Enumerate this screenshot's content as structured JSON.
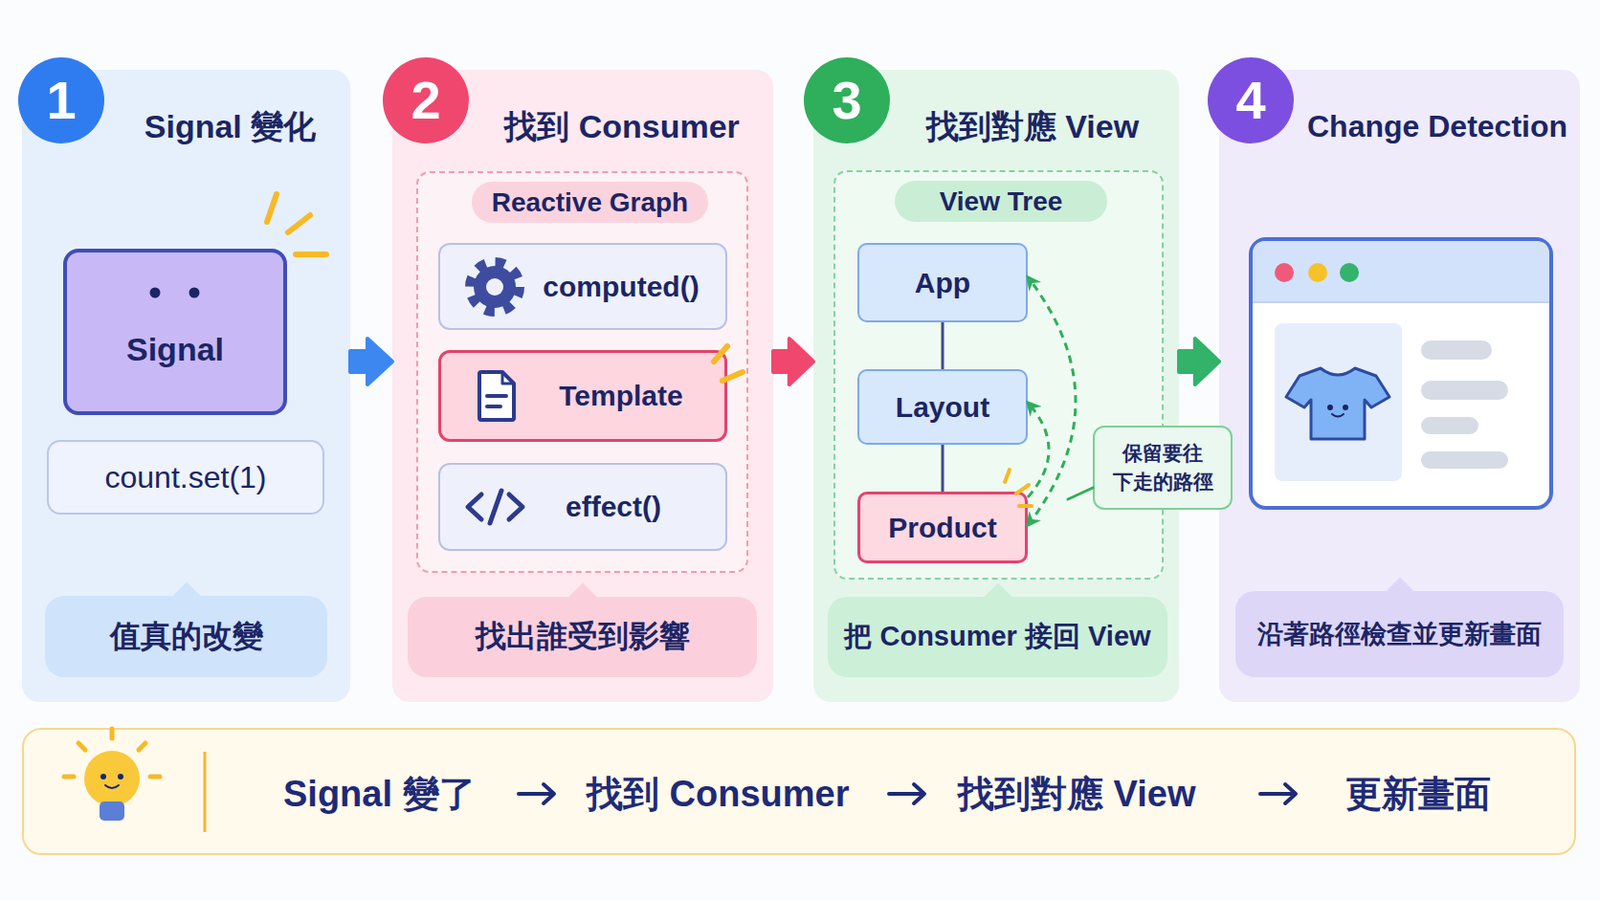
{
  "diagram": {
    "nodes": [
      {
        "text": [
          "Signal 變化"
        ]
      },
      {
        "text": [
          "1"
        ],
        "in": 0
      },
      {
        "text": [
          "Signal"
        ],
        "in": 0
      },
      {
        "text": [
          "count.set(1)"
        ],
        "in": 0
      },
      {
        "text": [
          "值真的改變"
        ],
        "in": 0
      },
      {
        "text": [
          "找到 Consumer"
        ]
      },
      {
        "text": [
          "2"
        ],
        "in": 5
      },
      {
        "text": [
          "Reactive Graph"
        ],
        "in": 5
      },
      {
        "text": [
          "computed()"
        ],
        "in": 7
      },
      {
        "text": [
          "Template"
        ],
        "in": 7
      },
      {
        "text": [
          "effect()"
        ],
        "in": 7
      },
      {
        "text": [
          "找出誰受到影響"
        ],
        "in": 5
      },
      {
        "text": [
          "找到對應 View"
        ]
      },
      {
        "text": [
          "3"
        ],
        "in": 12
      },
      {
        "text": [
          "View Tree"
        ],
        "in": 12
      },
      {
        "text": [
          "App"
        ],
        "in": 14
      },
      {
        "text": [
          "Layout"
        ],
        "in": 14
      },
      {
        "text": [
          "Product"
        ],
        "in": 14
      },
      {
        "text": [
          "保留要往 下走的路徑"
        ],
        "in": 14
      },
      {
        "text": [
          "把 Consumer 接回 View"
        ],
        "in": 12
      },
      {
        "text": [
          "Change Detection"
        ]
      },
      {
        "text": [
          "4"
        ],
        "in": 20
      },
      {
        "text": [
          "沿著路徑檢查並更新畫面"
        ],
        "in": 20
      },
      {
        "text": [
          "Signal 變了",
          "找到 Consumer",
          "找到對應 View",
          "更新畫面"
        ]
      }
    ],
    "edges": [
      {
        "from": 0,
        "to": 5,
        "arrow": "to"
      },
      {
        "from": 5,
        "to": 12,
        "arrow": "to"
      },
      {
        "from": 12,
        "to": 20,
        "arrow": "to"
      },
      {
        "from": 15,
        "to": 16,
        "arrow": "none"
      },
      {
        "from": 16,
        "to": 17,
        "arrow": "none"
      },
      {
        "from": 17,
        "to": 16,
        "arrow": "to"
      },
      {
        "from": 17,
        "to": 15,
        "arrow": "both"
      }
    ]
  }
}
